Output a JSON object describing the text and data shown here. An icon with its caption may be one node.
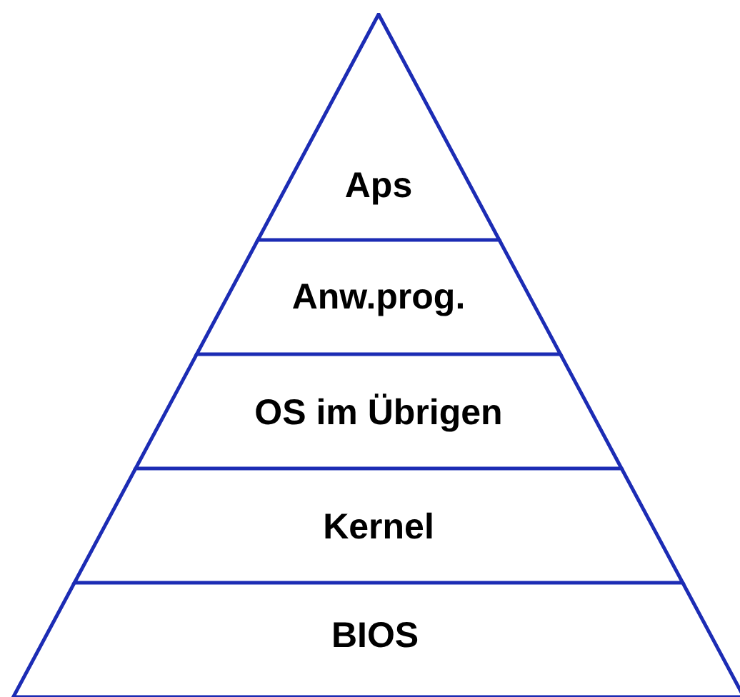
{
  "diagram": {
    "nodes": [
      {
        "text": [
          "Aps"
        ]
      },
      {
        "text": [
          "Anw.prog."
        ]
      },
      {
        "text": [
          "OS im Übrigen"
        ]
      },
      {
        "text": [
          "Kernel"
        ]
      },
      {
        "text": [
          "BIOS"
        ]
      }
    ],
    "edges": []
  }
}
